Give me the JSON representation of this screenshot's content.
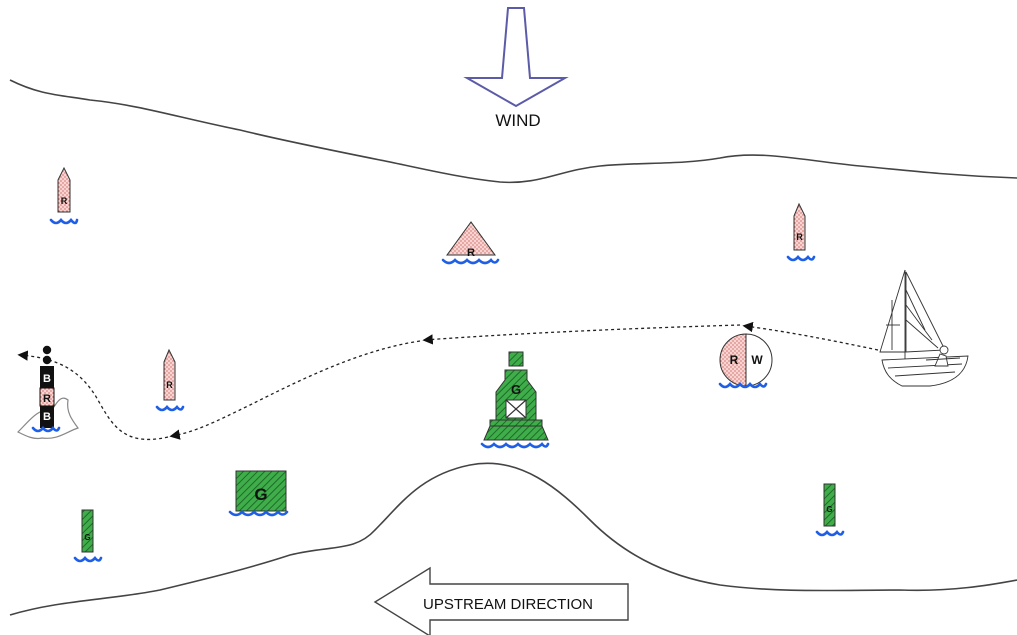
{
  "labels": {
    "wind": "WIND",
    "upstream": "UPSTREAM DIRECTION"
  },
  "buoy_letters": {
    "red": "R",
    "green": "G",
    "white": "W",
    "black": "B"
  },
  "colors": {
    "red_fill": "#f7d4d4",
    "red_hatch": "#c0392b",
    "green_fill": "#3fae4a",
    "green_hatch": "#1e6b28",
    "water": "#1f5fe6",
    "shore": "#444444",
    "arrow": "#5b5ba8"
  },
  "icons": [
    "wind-arrow-icon",
    "upstream-arrow-icon",
    "sailboat-icon",
    "lighthouse-icon",
    "wave-icon"
  ]
}
